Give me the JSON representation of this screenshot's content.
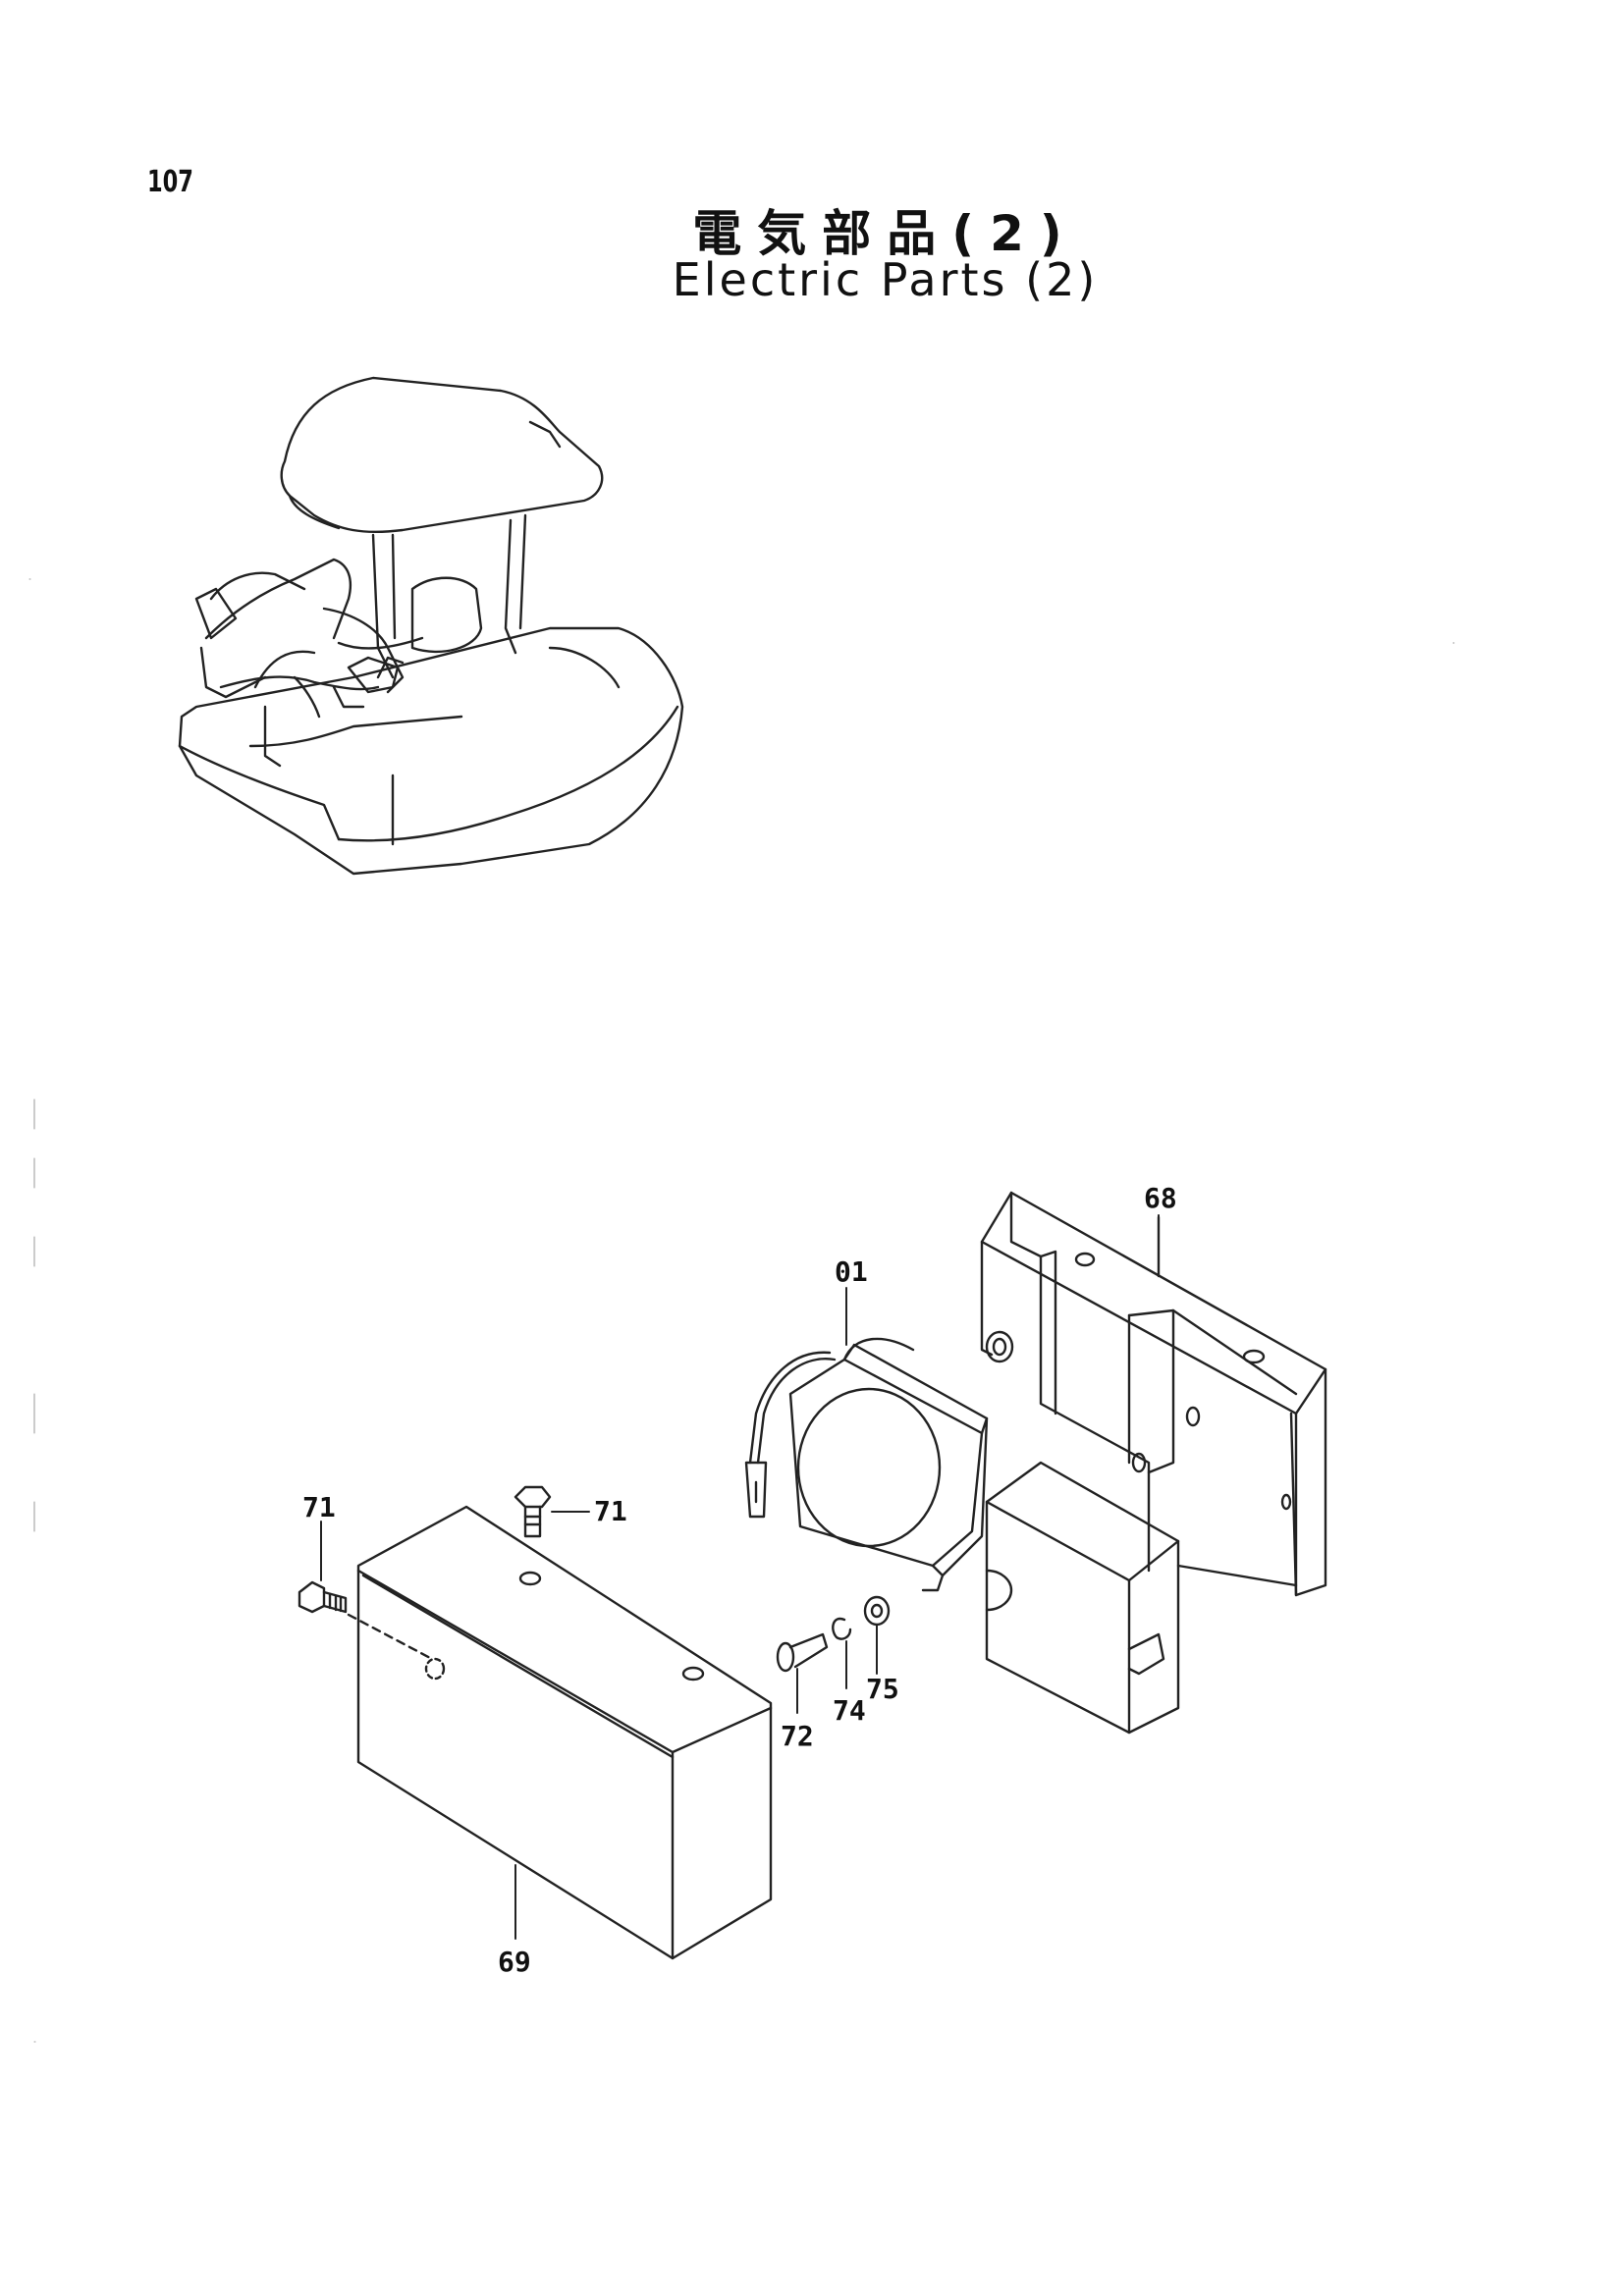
{
  "page": {
    "number": "107"
  },
  "title": {
    "japanese": "電気部品(2)",
    "english": "Electric Parts (2)"
  },
  "parts": [
    {
      "id": "01",
      "label": "01"
    },
    {
      "id": "68",
      "label": "68"
    },
    {
      "id": "69",
      "label": "69"
    },
    {
      "id": "71a",
      "label": "71"
    },
    {
      "id": "71b",
      "label": "71"
    },
    {
      "id": "72",
      "label": "72"
    },
    {
      "id": "74",
      "label": "74"
    },
    {
      "id": "75",
      "label": "75"
    }
  ]
}
